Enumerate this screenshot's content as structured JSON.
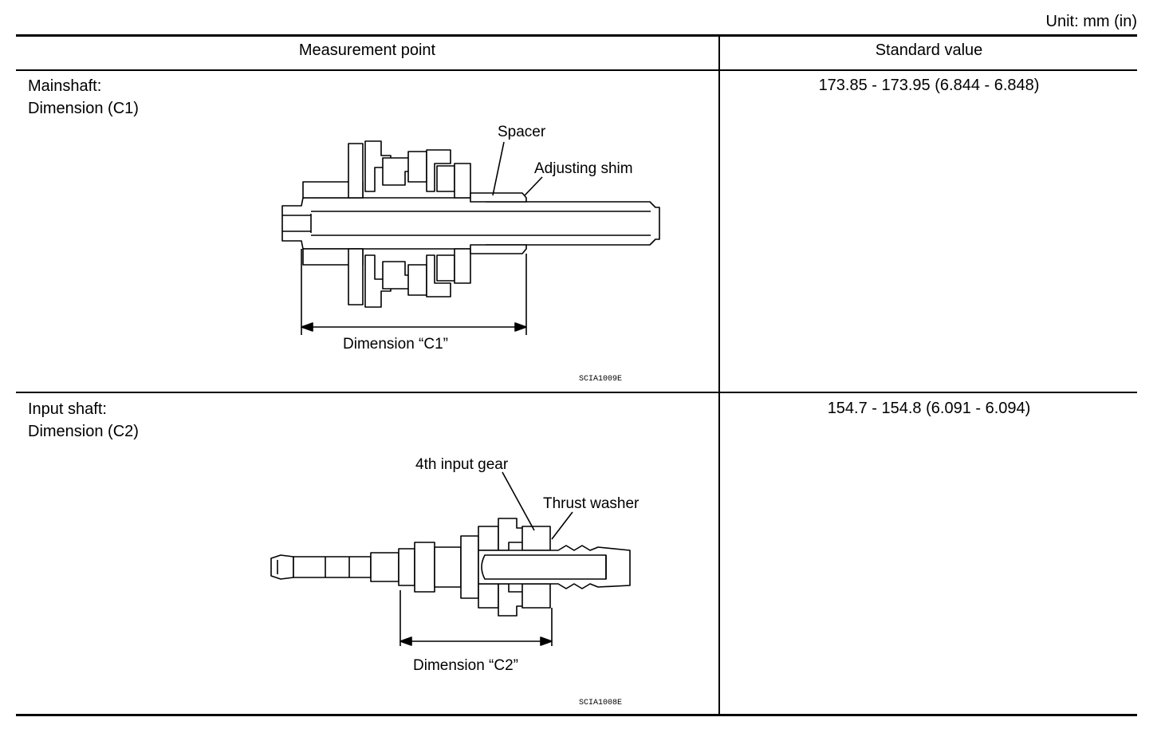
{
  "unit": "Unit: mm (in)",
  "headers": {
    "measurement": "Measurement point",
    "standard": "Standard value"
  },
  "rows": [
    {
      "label1": "Mainshaft:",
      "label2": "Dimension (C1)",
      "value": "173.85 - 173.95 (6.844 - 6.848)",
      "callouts": {
        "spacer": "Spacer",
        "shim": "Adjusting shim",
        "dimension": "Dimension “C1”",
        "code": "SCIA1009E"
      }
    },
    {
      "label1": "Input shaft:",
      "label2": "Dimension (C2)",
      "value": "154.7 - 154.8 (6.091 - 6.094)",
      "callouts": {
        "gear": "4th input gear",
        "washer": "Thrust washer",
        "dimension": "Dimension “C2”",
        "code": "SCIA1008E"
      }
    }
  ]
}
